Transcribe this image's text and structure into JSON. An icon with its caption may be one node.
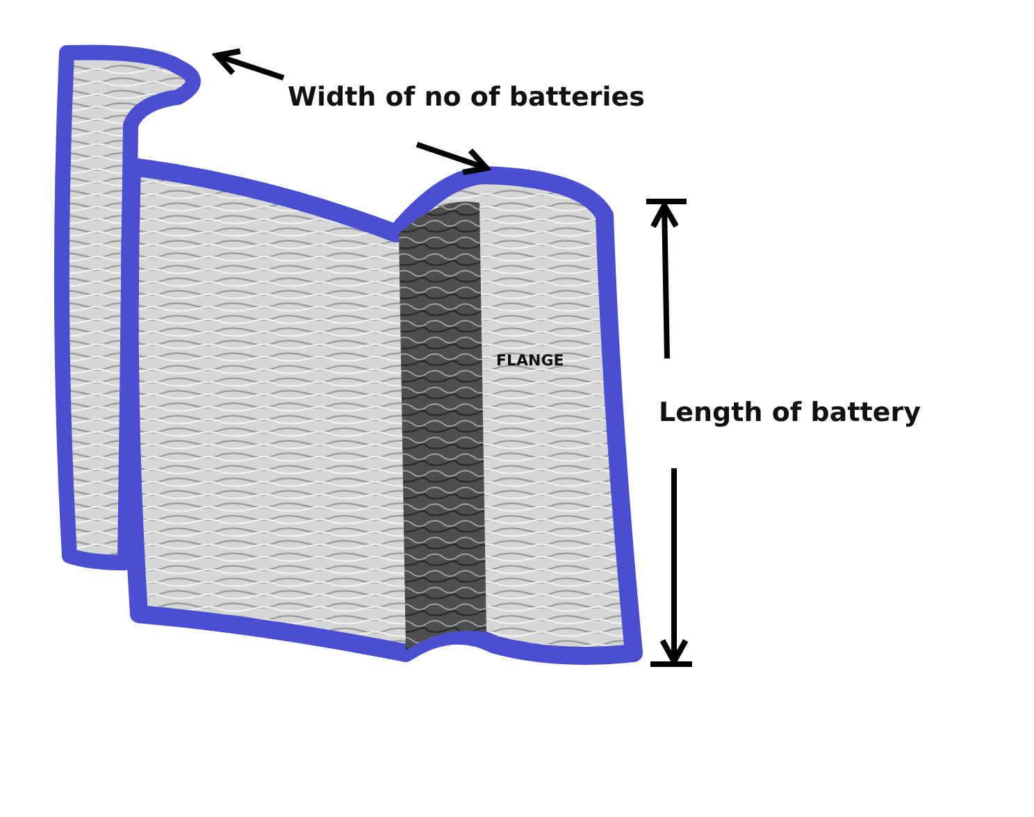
{
  "diagram": {
    "labels": [
      "Width of no of batteries",
      "FLANGE",
      "Length of battery"
    ]
  }
}
